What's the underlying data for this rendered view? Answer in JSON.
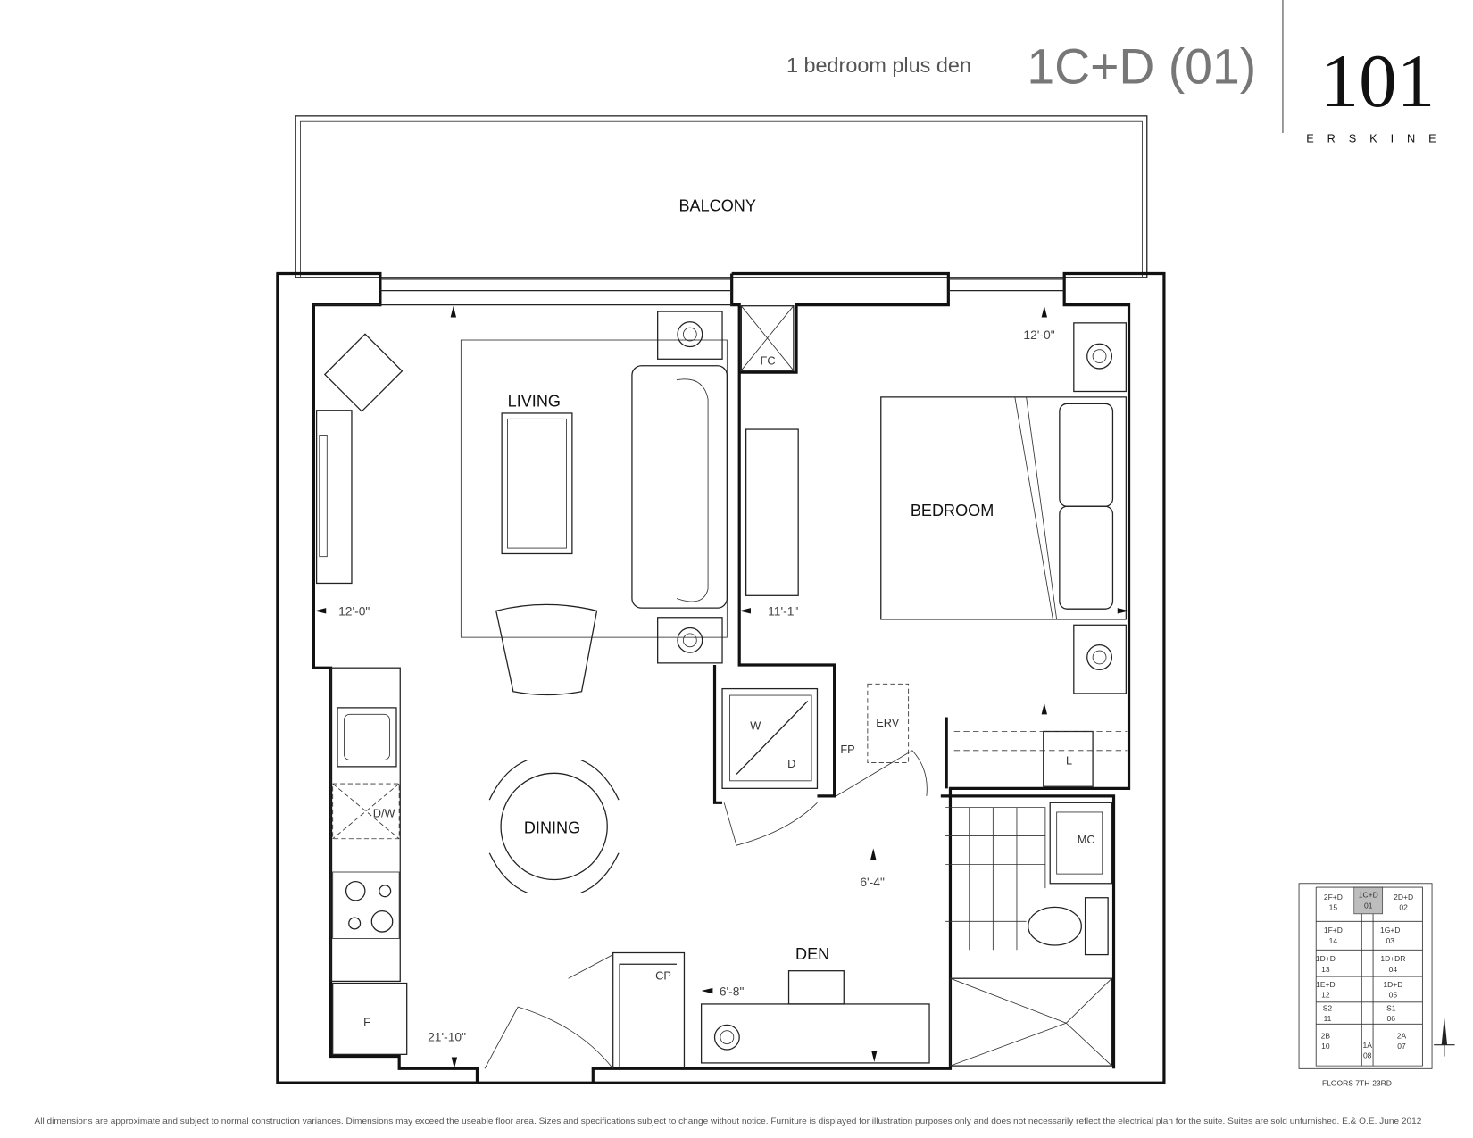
{
  "header": {
    "suite_type": "1 bedroom plus den",
    "suite_code": "1C+D (01)",
    "logo_number": "101",
    "logo_name": "ERSKINE"
  },
  "rooms": {
    "balcony": "BALCONY",
    "living": "LIVING",
    "bedroom": "BEDROOM",
    "dining": "DINING",
    "den": "DEN"
  },
  "fixtures": {
    "fc": "FC",
    "washer": "W",
    "dryer": "D",
    "erv": "ERV",
    "fp": "FP",
    "linen": "L",
    "mc": "MC",
    "dishwasher": "D/W",
    "fridge": "F",
    "cp": "CP"
  },
  "dimensions": {
    "living_width": "12'-0\"",
    "living_depth": "11'-1\"",
    "bedroom": "12'-0\"",
    "den_depth": "6'-4\"",
    "den_width": "6'-8\"",
    "overall": "21'-10\""
  },
  "key_plan": {
    "caption": "FLOORS 7TH-23RD",
    "units": [
      {
        "type": "2F+D",
        "num": "15"
      },
      {
        "type": "1C+D",
        "num": "01"
      },
      {
        "type": "2D+D",
        "num": "02"
      },
      {
        "type": "1F+D",
        "num": "14"
      },
      {
        "type": "1G+D",
        "num": "03"
      },
      {
        "type": "1D+D",
        "num": "13"
      },
      {
        "type": "1D+DR",
        "num": "04"
      },
      {
        "type": "1E+D",
        "num": "12"
      },
      {
        "type": "1D+D",
        "num": "05"
      },
      {
        "type": "S2",
        "num": "11"
      },
      {
        "type": "S1",
        "num": "06"
      },
      {
        "type": "2B",
        "num": "10"
      },
      {
        "type": "1A",
        "num": "08"
      },
      {
        "type": "2A",
        "num": "07"
      }
    ],
    "highlight_color": "#bdbdbd"
  },
  "footer": {
    "disclaimer": "All dimensions are approximate and subject to normal construction variances.  Dimensions may exceed the useable floor area.  Sizes and specifications subject to change without notice.  Furniture is displayed for illustration purposes only and does not necessarily reflect the electrical plan for the suite.  Suites are sold unfurnished. E.& O.E. June 2012"
  }
}
